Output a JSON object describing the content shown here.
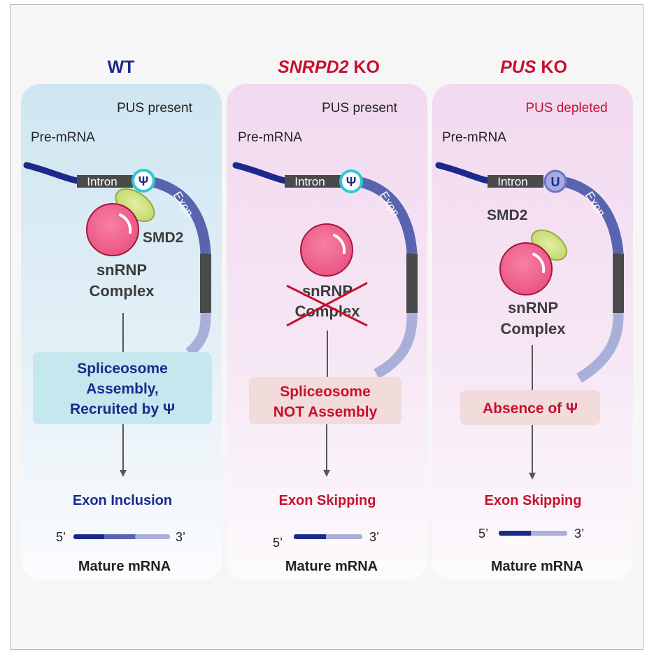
{
  "panels": [
    {
      "title_italic": "",
      "title_plain": "WT",
      "pus_status": "PUS present",
      "pre_mrna": "Pre-mRNA",
      "intron": "Intron",
      "exon": "Exon",
      "modification": "Ψ",
      "smd2": "SMD2",
      "snrnp_line1": "snRNP",
      "snrnp_line2": "Complex",
      "box_lines": [
        "Spliceosome",
        "Assembly,",
        "Recruited by Ψ"
      ],
      "outcome": "Exon Inclusion",
      "five_prime": "5’",
      "three_prime": "3’",
      "mature": "Mature mRNA"
    },
    {
      "title_italic": "SNRPD2",
      "title_plain": " KO",
      "pus_status": "PUS present",
      "pre_mrna": "Pre-mRNA",
      "intron": "Intron",
      "exon": "Exon",
      "modification": "Ψ",
      "snrnp_line1": "snRNP",
      "snrnp_line2": "Complex",
      "box_lines": [
        "Spliceosome",
        "NOT Assembly"
      ],
      "outcome": "Exon Skipping",
      "five_prime": "5’",
      "three_prime": "3’",
      "mature": "Mature mRNA"
    },
    {
      "title_italic": "PUS",
      "title_plain": " KO",
      "pus_status": "PUS depleted",
      "pre_mrna": "Pre-mRNA",
      "intron": "Intron",
      "exon": "Exon",
      "modification": "U",
      "smd2": "SMD2",
      "snrnp_line1": "snRNP",
      "snrnp_line2": "Complex",
      "box_lines": [
        "Absence of Ψ"
      ],
      "outcome": "Exon Skipping",
      "five_prime": "5’",
      "three_prime": "3’",
      "mature": "Mature mRNA"
    }
  ],
  "colors": {
    "navy": "#1b2a8a",
    "red": "#c8102e",
    "intron_gray": "#4a4a4a",
    "exon_mid": "#5964b0",
    "exon_light": "#a9afd9",
    "snrnp_pink": "#f0628e",
    "smd2_green": "#cbe07d",
    "psi_cyan": "#2ec7d8",
    "u_lavender": "#8c8fd6"
  }
}
